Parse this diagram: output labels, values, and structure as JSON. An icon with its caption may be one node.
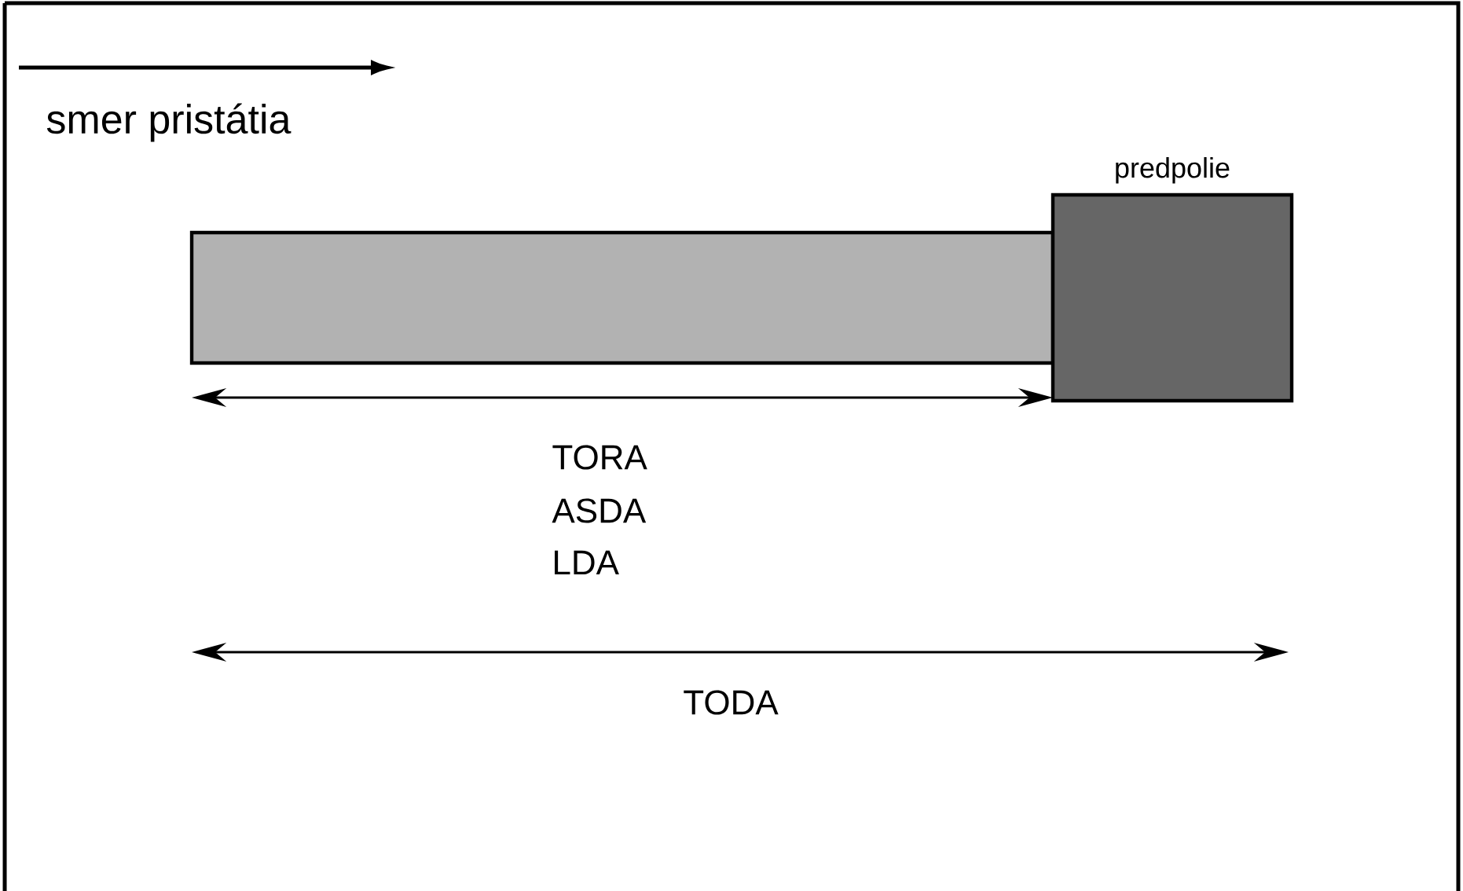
{
  "diagram": {
    "nodes": [
      {
        "text": [],
        "shape": "box"
      },
      {
        "text": [
          "predpolie"
        ]
      }
    ],
    "labels": [
      "smer pristátia",
      "TORA",
      "ASDA",
      "LDA",
      "TODA"
    ]
  }
}
